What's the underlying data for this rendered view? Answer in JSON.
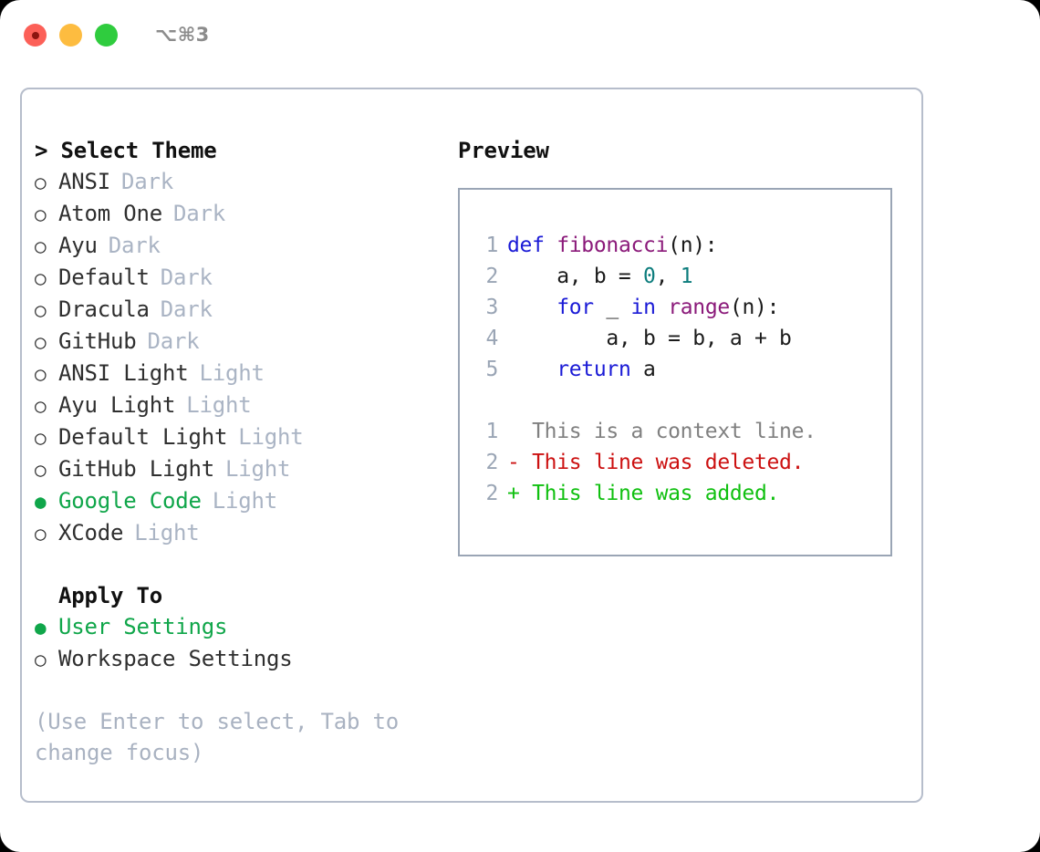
{
  "titlebar": {
    "shortcut": "⌥⌘3",
    "buttons": {
      "close": "close",
      "minimize": "minimize",
      "zoom": "zoom"
    }
  },
  "colors": {
    "selected_green": "#10a64a",
    "suffix_gray": "#aab4c4",
    "hint_gray": "#a9b2c1",
    "panel_border": "#b6bdcb",
    "code_border": "#9aa5b5",
    "keyword_blue": "#1a1ad6",
    "function_purple": "#8b1a7a",
    "number_teal": "#0d7d7d",
    "diff_delete_red": "#cc1111",
    "diff_add_green": "#10c010",
    "light_red": "#fc6058",
    "light_yellow": "#fdbc40",
    "light_green": "#2fcc3e"
  },
  "theme_picker": {
    "heading": "> Select Theme",
    "marker_selected": "●",
    "marker_unselected": "○",
    "items": [
      {
        "label": "ANSI",
        "suffix": "Dark",
        "selected": false
      },
      {
        "label": "Atom One",
        "suffix": "Dark",
        "selected": false
      },
      {
        "label": "Ayu",
        "suffix": "Dark",
        "selected": false
      },
      {
        "label": "Default",
        "suffix": "Dark",
        "selected": false
      },
      {
        "label": "Dracula",
        "suffix": "Dark",
        "selected": false
      },
      {
        "label": "GitHub",
        "suffix": "Dark",
        "selected": false
      },
      {
        "label": "ANSI Light",
        "suffix": "Light",
        "selected": false
      },
      {
        "label": "Ayu Light",
        "suffix": "Light",
        "selected": false
      },
      {
        "label": "Default Light",
        "suffix": "Light",
        "selected": false
      },
      {
        "label": "GitHub Light",
        "suffix": "Light",
        "selected": false
      },
      {
        "label": "Google Code",
        "suffix": "Light",
        "selected": true
      },
      {
        "label": "XCode",
        "suffix": "Light",
        "selected": false
      }
    ]
  },
  "apply_to": {
    "heading": "Apply To",
    "items": [
      {
        "label": "User Settings",
        "selected": true
      },
      {
        "label": "Workspace Settings",
        "selected": false
      }
    ]
  },
  "hint": "(Use Enter to select, Tab to change focus)",
  "preview": {
    "title": "Preview",
    "code_lines": [
      {
        "number": "1",
        "tokens": [
          {
            "text": "def ",
            "type": "kw"
          },
          {
            "text": "fibonacci",
            "type": "fn"
          },
          {
            "text": "(n):",
            "type": "txt"
          }
        ]
      },
      {
        "number": "2",
        "tokens": [
          {
            "text": "    a, b = ",
            "type": "txt"
          },
          {
            "text": "0",
            "type": "num"
          },
          {
            "text": ", ",
            "type": "txt"
          },
          {
            "text": "1",
            "type": "num"
          }
        ]
      },
      {
        "number": "3",
        "tokens": [
          {
            "text": "    ",
            "type": "txt"
          },
          {
            "text": "for",
            "type": "kw"
          },
          {
            "text": " _ ",
            "type": "txt"
          },
          {
            "text": "in",
            "type": "kw"
          },
          {
            "text": " ",
            "type": "txt"
          },
          {
            "text": "range",
            "type": "fn"
          },
          {
            "text": "(n):",
            "type": "txt"
          }
        ]
      },
      {
        "number": "4",
        "tokens": [
          {
            "text": "        a, b = b, a + b",
            "type": "txt"
          }
        ]
      },
      {
        "number": "5",
        "tokens": [
          {
            "text": "    ",
            "type": "txt"
          },
          {
            "text": "return",
            "type": "kw"
          },
          {
            "text": " a",
            "type": "txt"
          }
        ]
      }
    ],
    "diff_lines": [
      {
        "number": "1",
        "prefix": "  ",
        "text": "This is a context line.",
        "type": "ctx"
      },
      {
        "number": "2",
        "prefix": "- ",
        "text": "This line was deleted.",
        "type": "del"
      },
      {
        "number": "2",
        "prefix": "+ ",
        "text": "This line was added.",
        "type": "add"
      }
    ]
  }
}
